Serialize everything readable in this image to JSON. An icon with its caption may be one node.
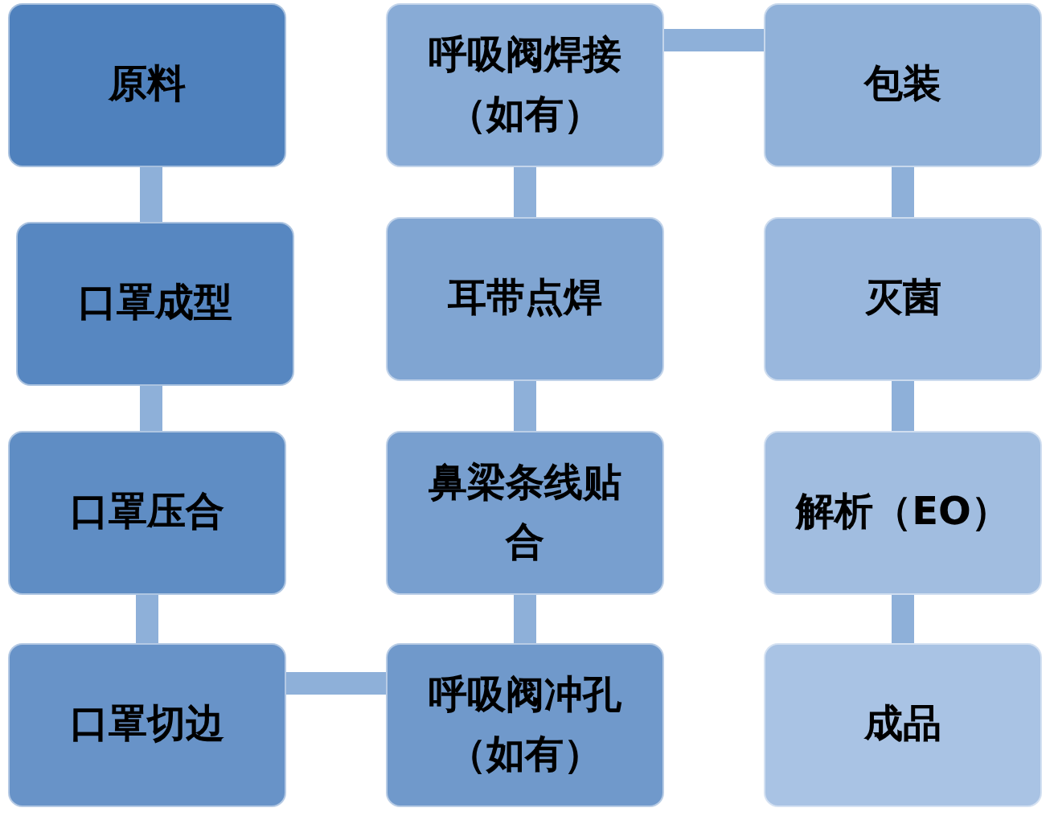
{
  "diagram": {
    "nodes": [
      {
        "text": [
          "原料"
        ]
      },
      {
        "text": [
          "口罩成型"
        ]
      },
      {
        "text": [
          "口罩压合"
        ]
      },
      {
        "text": [
          "口罩切边"
        ]
      },
      {
        "text": [
          "呼吸阀冲孔（如有）"
        ]
      },
      {
        "text": [
          "鼻梁条线贴合"
        ]
      },
      {
        "text": [
          "耳带点焊"
        ]
      },
      {
        "text": [
          "呼吸阀焊接（如有）"
        ]
      },
      {
        "text": [
          "包装"
        ]
      },
      {
        "text": [
          "灭菌"
        ]
      },
      {
        "text": [
          "解析（EO）"
        ]
      },
      {
        "text": [
          "成品"
        ]
      }
    ],
    "edges": [
      {
        "from": 0,
        "to": 1,
        "arrow": "none"
      },
      {
        "from": 1,
        "to": 2,
        "arrow": "none"
      },
      {
        "from": 2,
        "to": 3,
        "arrow": "none"
      },
      {
        "from": 3,
        "to": 4,
        "arrow": "none"
      },
      {
        "from": 4,
        "to": 5,
        "arrow": "none"
      },
      {
        "from": 5,
        "to": 6,
        "arrow": "none"
      },
      {
        "from": 6,
        "to": 7,
        "arrow": "none"
      },
      {
        "from": 7,
        "to": 8,
        "arrow": "none"
      },
      {
        "from": 8,
        "to": 9,
        "arrow": "none"
      },
      {
        "from": 9,
        "to": 10,
        "arrow": "none"
      },
      {
        "from": 10,
        "to": 11,
        "arrow": "none"
      }
    ]
  }
}
